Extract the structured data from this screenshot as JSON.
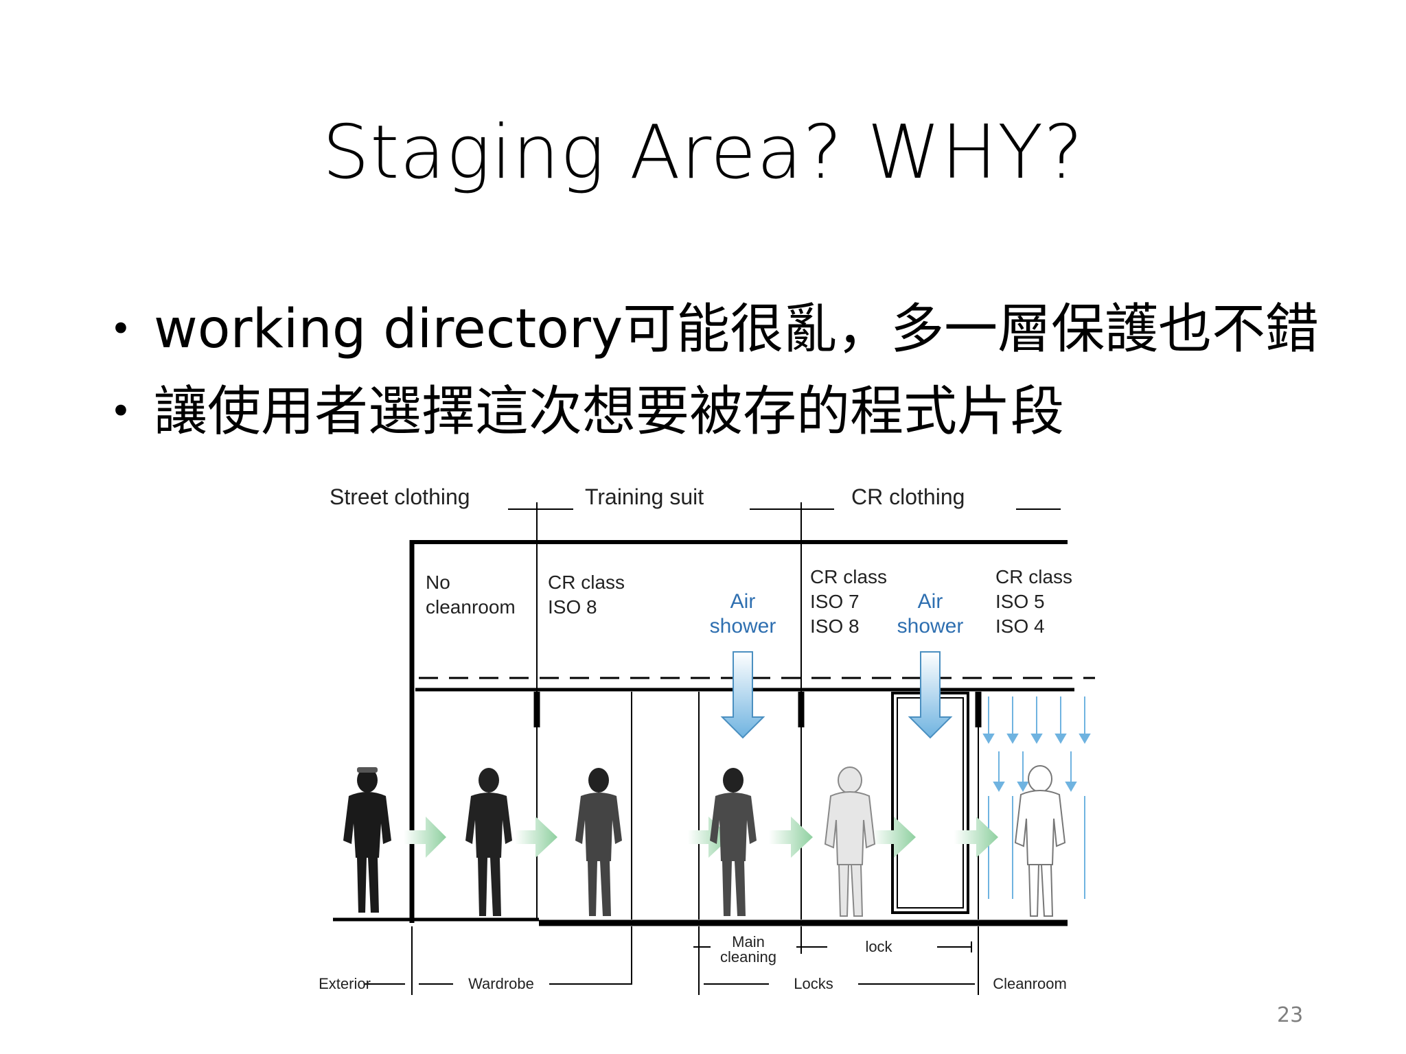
{
  "slide": {
    "title": "Staging Area? WHY?",
    "bullets": [
      "working directory可能很亂，多一層保護也不錯",
      "讓使用者選擇這次想要被存的程式片段"
    ],
    "page_number": "23"
  },
  "diagram": {
    "top_labels": [
      "Street clothing",
      "Training suit",
      "CR clothing"
    ],
    "zones": [
      [
        "No",
        "cleanroom"
      ],
      [
        "CR class",
        "ISO 8"
      ],
      [
        "CR class",
        "ISO 7",
        "ISO 8"
      ],
      [
        "CR class",
        "ISO 5",
        "ISO 4"
      ]
    ],
    "air_shower_labels": [
      [
        "Air",
        "shower"
      ],
      [
        "Air",
        "shower"
      ]
    ],
    "bottom_labels": {
      "exterior": "Exterior",
      "wardrobe": "Wardrobe",
      "main_cleaning": [
        "Main",
        "cleaning"
      ],
      "lock": "lock",
      "locks": "Locks",
      "cleanroom": "Cleanroom"
    },
    "colors": {
      "air_arrow": "#6fb3e0",
      "walk_arrow": "#8fd0a0",
      "air_text": "#2e6fb0",
      "line": "#000000"
    }
  }
}
